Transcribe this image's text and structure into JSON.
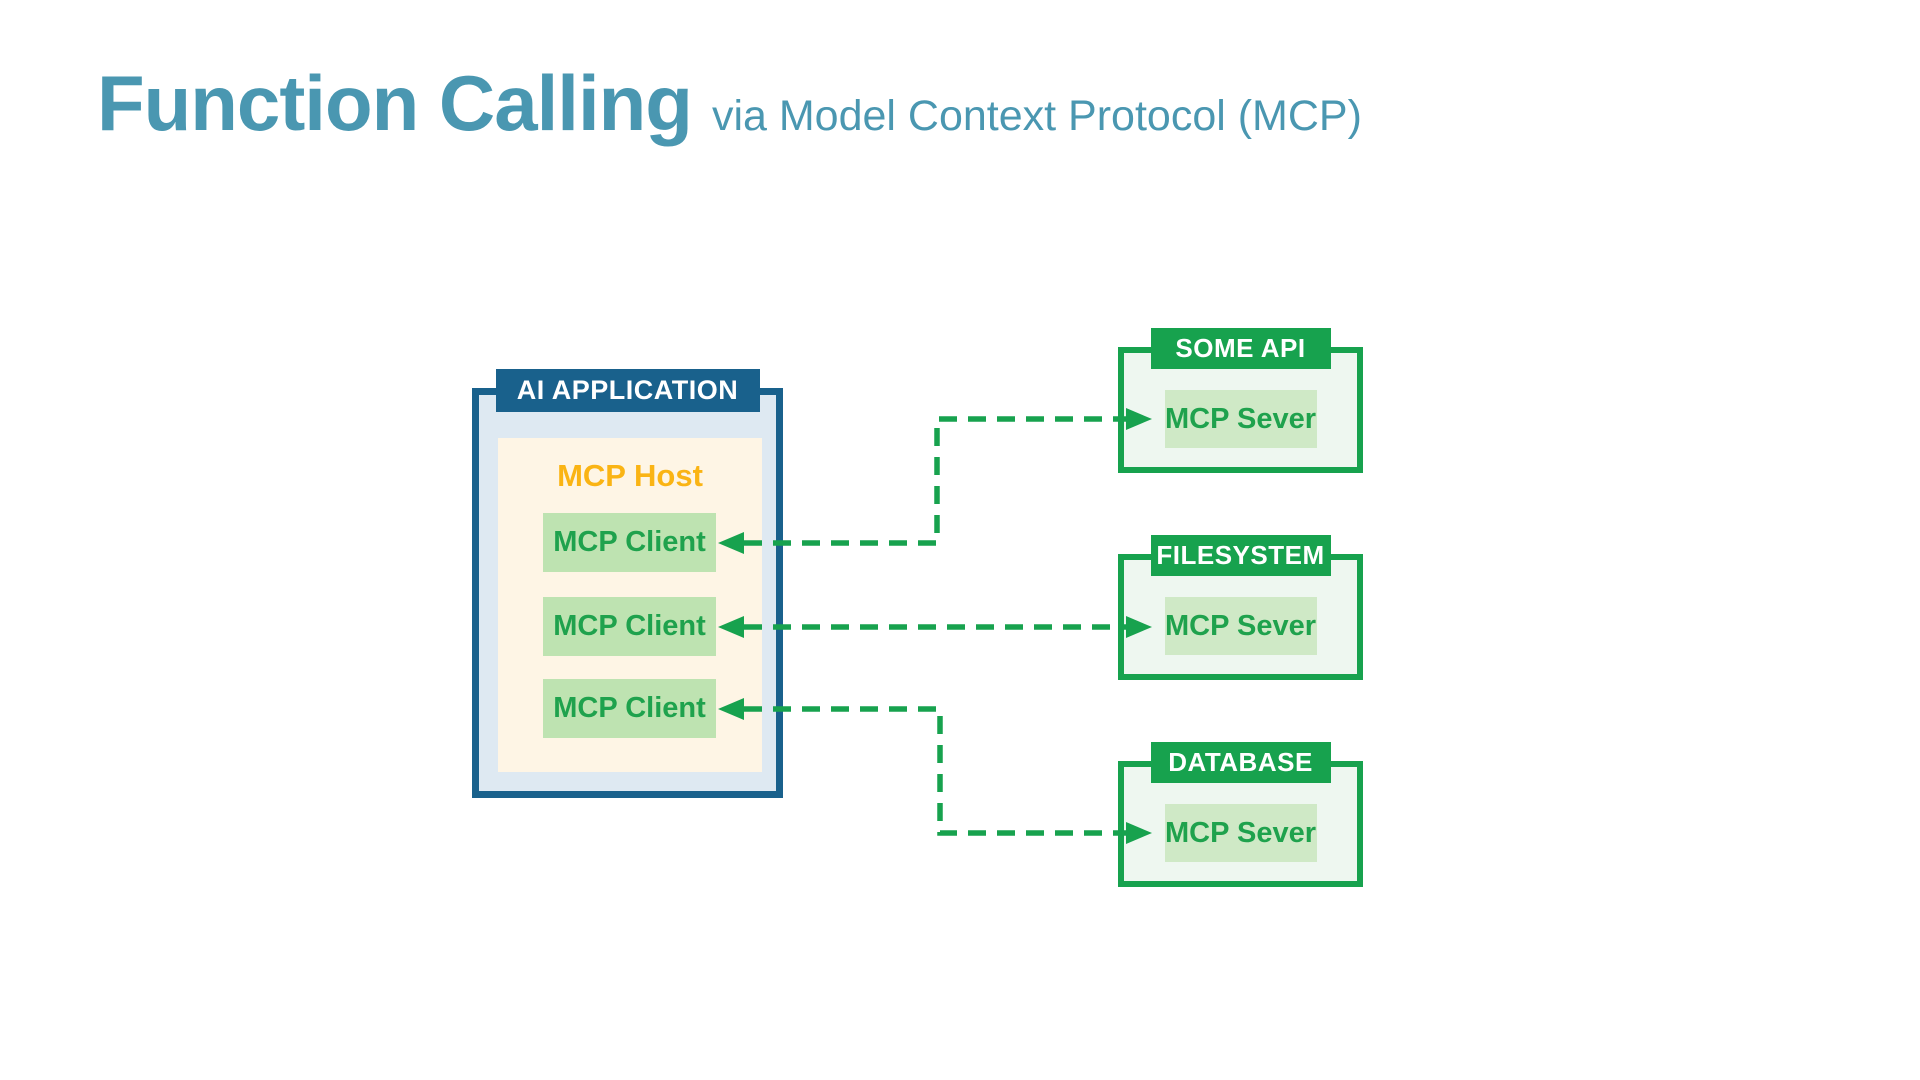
{
  "title": {
    "main": "Function Calling",
    "subtitle": "via Model Context Protocol (MCP)"
  },
  "ai_application": {
    "header": "AI APPLICATION",
    "host_label": "MCP Host",
    "clients": [
      "MCP Client",
      "MCP Client",
      "MCP Client"
    ]
  },
  "servers": [
    {
      "name": "SOME API",
      "server_label": "MCP Sever"
    },
    {
      "name": "FILESYSTEM",
      "server_label": "MCP Sever"
    },
    {
      "name": "DATABASE",
      "server_label": "MCP Sever"
    }
  ],
  "colors": {
    "title_teal": "#4A97B1",
    "blue_dark": "#19618C",
    "blue_fill": "#DEE9F2",
    "cream": "#FEF5E5",
    "orange": "#FAB414",
    "green": "#17A24E",
    "green_client_fill": "#BEE3B1",
    "green_server_fill": "#CFE9C6",
    "green_box_fill": "#EEF7F0",
    "background": "#FFFFFF"
  }
}
